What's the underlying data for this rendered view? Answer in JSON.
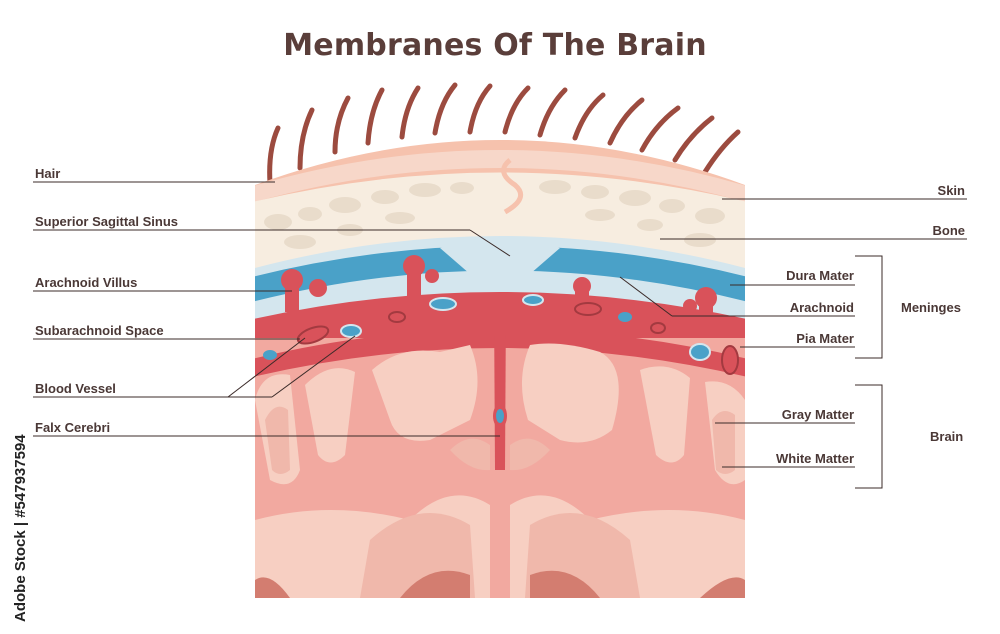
{
  "title": "Membranes Of The Brain",
  "labels_left": {
    "hair": "Hair",
    "superior_sagittal_sinus": "Superior Sagittal Sinus",
    "arachnoid_villus": "Arachnoid Villus",
    "subarachnoid_space": "Subarachnoid Space",
    "blood_vessel": "Blood Vessel",
    "falx_cerebri": "Falx Cerebri"
  },
  "labels_right": {
    "skin": "Skin",
    "bone": "Bone",
    "dura_mater": "Dura Mater",
    "arachnoid": "Arachnoid",
    "pia_mater": "Pia Mater",
    "gray_matter": "Gray Matter",
    "white_matter": "White Matter"
  },
  "groups": {
    "meninges": "Meninges",
    "brain": "Brain"
  },
  "watermark": "Adobe Stock | #547937594",
  "colors": {
    "skin": "#f6c2ad",
    "bone": "#f7ede0",
    "dura": "#4aa1c8",
    "arachnoid": "#d4e6ee",
    "pia": "#d9525a",
    "gray_matter": "#f2a9a0",
    "white_matter": "#f7cfc2",
    "text": "#4a3836"
  }
}
